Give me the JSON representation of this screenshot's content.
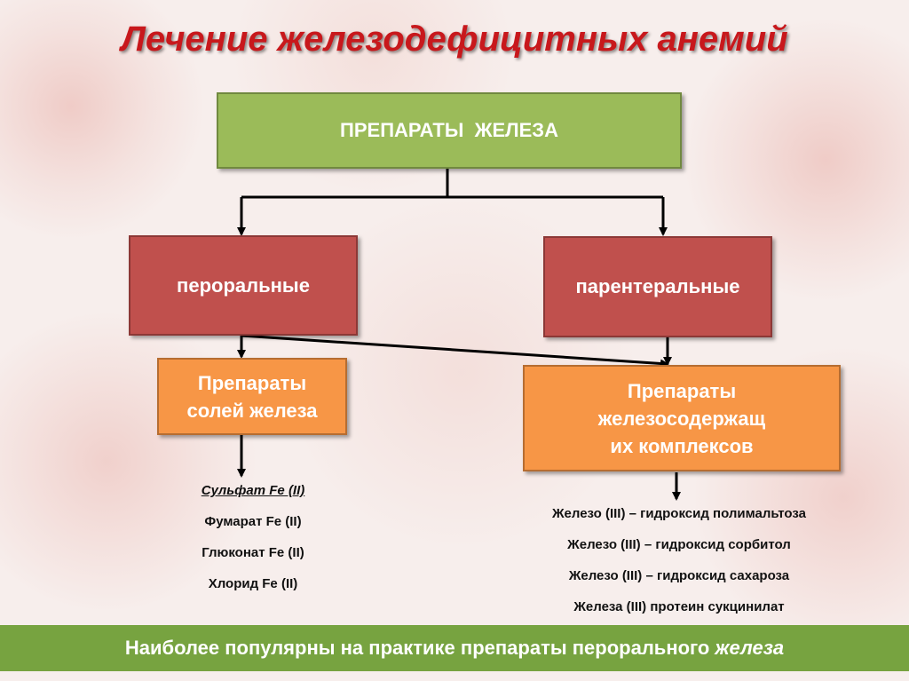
{
  "title": "Лечение железодефицитных анемий",
  "root": {
    "label": "ПРЕПАРАТЫ  ЖЕЛЕЗА"
  },
  "branches": [
    {
      "label": "пероральные"
    },
    {
      "label": "парентеральные"
    }
  ],
  "subgroups": [
    {
      "lines": [
        "Препараты",
        "солей железа"
      ]
    },
    {
      "lines": [
        "Препараты",
        "железосодержащ",
        "их комплексов"
      ]
    }
  ],
  "oral_list": [
    "Сульфат Fe (II)",
    "Фумарат Fe (II)",
    "Глюконат Fe (II)",
    "Хлорид Fe (II)"
  ],
  "parenteral_list": [
    "Железо (III) – гидроксид полимальтоза",
    "Железо (III) – гидроксид сорбитол",
    "Железо (III) – гидроксид сахароза",
    "Железа (III) протеин сукцинилат"
  ],
  "footer": {
    "text": "Наиболее популярны на практике препараты перорального",
    "emphasis": "железа"
  },
  "colors": {
    "title": "#c8181c",
    "green": "#9bbb59",
    "red": "#c0504d",
    "orange": "#f79646",
    "footer": "#77a340"
  }
}
